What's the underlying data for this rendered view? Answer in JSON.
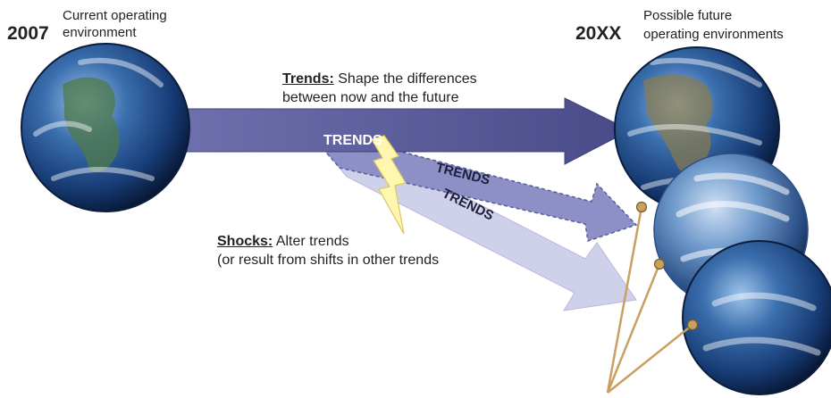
{
  "left": {
    "year": "2007",
    "caption_line1": "Current operating",
    "caption_line2": "environment"
  },
  "right": {
    "year": "20XX",
    "caption_line1": "Possible future",
    "caption_line2": "operating environments"
  },
  "trends_note": {
    "term": "Trends:",
    "text_line1": "Shape the differences",
    "text_line2": "between now and the future"
  },
  "arrows": {
    "main_label": "TRENDS",
    "middle_label": "TRENDS",
    "lower_label": "TRENDS"
  },
  "shocks_note": {
    "term": "Shocks:",
    "text_line1": "Alter trends",
    "text_line2": "(or result from shifts in other trends"
  },
  "colors": {
    "main_arrow": "#5a5c9a",
    "middle_arrow": "#8a8fc4",
    "lower_arrow": "#c9cbe6",
    "pointer_lines": "#c9a060",
    "lightning": "#fff6b0"
  }
}
